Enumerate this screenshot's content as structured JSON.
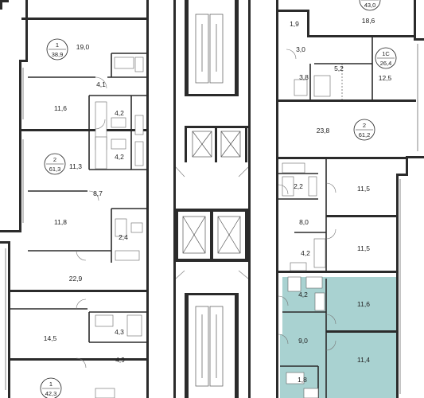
{
  "colors": {
    "highlight": "#a9d2d1",
    "wall": "#2b2b2b"
  },
  "apartments": [
    {
      "number": "1",
      "area": "38,9"
    },
    {
      "number": "2",
      "area": "61,3"
    },
    {
      "number": "1",
      "area": "42,3"
    },
    {
      "number": "",
      "area": "43,0"
    },
    {
      "number": "1С",
      "area": "26,4"
    },
    {
      "number": "2",
      "area": "61,2"
    }
  ],
  "rooms": [
    "19,0",
    "4,1",
    "11,6",
    "4,2",
    "4,2",
    "11,3",
    "8,7",
    "11,8",
    "2,4",
    "22,9",
    "14,5",
    "4,3",
    "4,9",
    "1,9",
    "18,6",
    "3,0",
    "5,2",
    "3,8",
    "12,5",
    "23,8",
    "2,2",
    "11,5",
    "8,0",
    "4,2",
    "11,5",
    "4,2",
    "11,6",
    "9,0",
    "11,4",
    "1,8"
  ]
}
